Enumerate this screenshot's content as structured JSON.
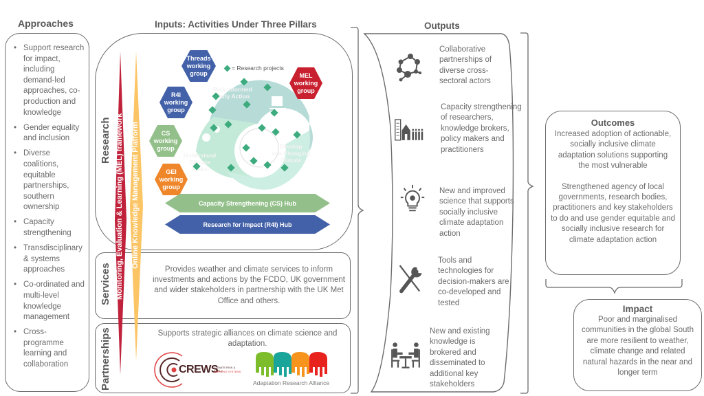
{
  "approaches": {
    "title": "Approaches",
    "items": [
      "Support research for impact, including demand-led approaches, co-production and knowledge",
      "Gender equality and inclusion",
      "Diverse coalitions, equitable partnerships, southern ownership",
      "Capacity strengthening",
      "Transdisciplinary & systems approaches",
      "Co-ordinated and multi-level knowledge management",
      "Cross-programme learning and collaboration"
    ]
  },
  "inputs": {
    "title": "Inputs: Activities Under Three Pillars",
    "pillars": {
      "research": "Research",
      "services": "Services",
      "partnerships": "Partnerships"
    },
    "cross_cutting": {
      "mel": "Monitoring, Evaluation & Learning (MEL) framework",
      "platform": "Online Knowledge Management Platform"
    },
    "working_groups": {
      "threads": [
        "'Threads'",
        "working",
        "group"
      ],
      "r4i": [
        "R4I",
        "working",
        "group"
      ],
      "cs": [
        "CS",
        "working",
        "group"
      ],
      "gei": [
        "GEI",
        "working",
        "group"
      ],
      "mel": [
        "MEL",
        "working",
        "group"
      ]
    },
    "legend": "= Research projects",
    "themes": {
      "early_action": [
        "Risk Informed",
        "Early Action"
      ],
      "understand": [
        "Understand",
        "Climate",
        "Risks"
      ],
      "develop": [
        "Develop",
        "in a Changing",
        "Climate"
      ]
    },
    "hubs": {
      "cs": "Capacity Strengthening (CS) Hub",
      "r4i": "Research for Impact (R4I) Hub"
    },
    "services_text": "Provides weather and climate services to inform investments and actions by the FCDO, UK government and wider stakeholders in partnership with the UK Met Office and others.",
    "partnerships_text": "Supports strategic alliances on climate science and adaptation.",
    "logos": {
      "crews": "CREWS",
      "crews_sub1": "CLIMATE RISK & EARLY",
      "crews_sub2": "WARNING SYSTEMS",
      "ara": "Adaptation Research Alliance"
    }
  },
  "outputs": {
    "title": "Outputs",
    "items": [
      {
        "icon": "network-people-icon",
        "text": "Collaborative partnerships  of diverse cross-sectoral actors"
      },
      {
        "icon": "building-house-people-icon",
        "text": "Capacity strengthening of researchers, knowledge brokers, policy makers and practitioners"
      },
      {
        "icon": "lightbulb-gear-icon",
        "text": "New and improved science that supports socially inclusive climate adaptation action"
      },
      {
        "icon": "tools-icon",
        "text": "Tools and technologies for decision-makers are co-developed and tested"
      },
      {
        "icon": "meeting-icon",
        "text": "New and existing knowledge is brokered and disseminated to additional key stakeholders"
      }
    ]
  },
  "outcomes": {
    "title": "Outcomes",
    "paragraphs": [
      "Increased adoption of actionable, socially inclusive climate adaptation solutions supporting the most vulnerable",
      "Strengthened agency of local governments, research bodies, practitioners and key stakeholders to do and use gender equitable and socially inclusive research for climate adaptation action"
    ]
  },
  "impact": {
    "title": "Impact",
    "text": "Poor and marginalised communities in the global South are more resilient to weather, climate change and related natural hazards in the near and longer term"
  },
  "colors": {
    "mel_red": "#c0223b",
    "platform_yellow": "#fbc465",
    "blue": "#4361a8",
    "green_hex": "#93c08a",
    "orange": "#f0862a",
    "red_hex": "#c8202f",
    "teal_light": "#b7dcd8",
    "mint": "#c3ead8",
    "diamond": "#3dab7e"
  }
}
